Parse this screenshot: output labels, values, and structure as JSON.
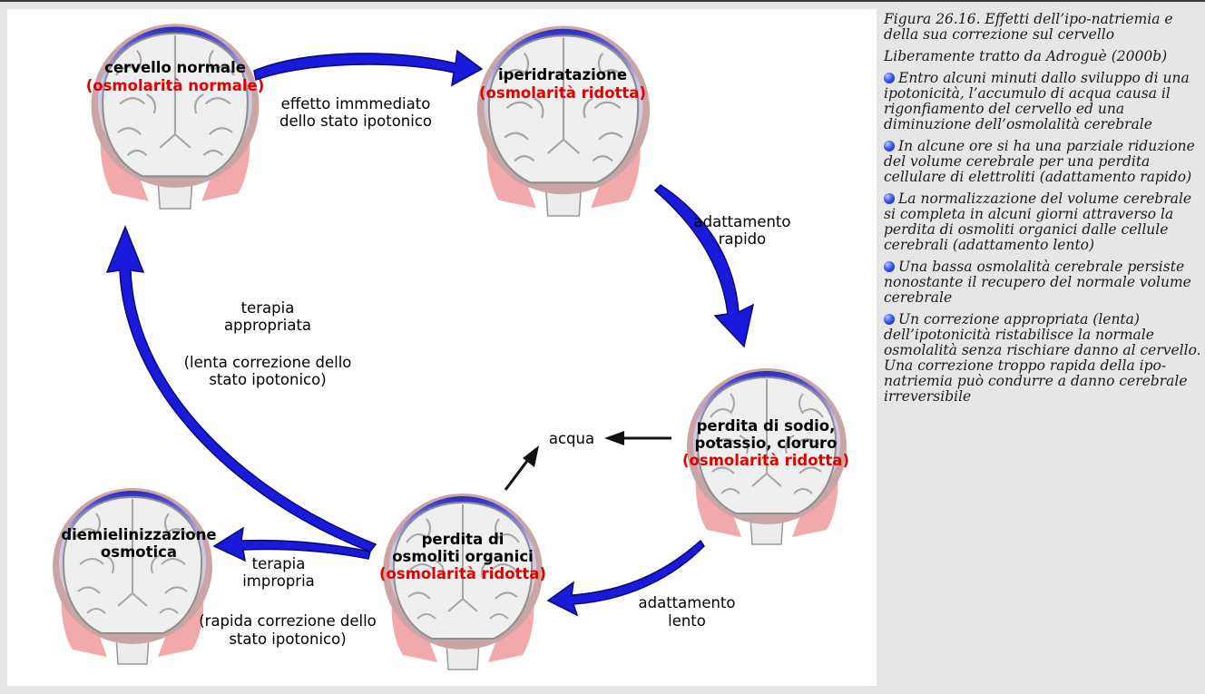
{
  "diagram": {
    "brains": {
      "normal": {
        "title": "cervello normale",
        "subtitle": "(osmolarità normale)"
      },
      "hyper": {
        "title": "iperidratazione",
        "subtitle": "(osmolarità ridotta)"
      },
      "electrolytes": {
        "line1": "perdita di sodio,",
        "line2": "potassio, cloruro",
        "subtitle": "(osmolarità ridotta)"
      },
      "organic": {
        "line1": "perdita di",
        "line2": "osmoliti organici",
        "subtitle": "(osmolarità ridotta)"
      },
      "demyel": {
        "line1": "diemielinizzazione",
        "line2": "osmotica"
      }
    },
    "arrows": {
      "immediate": {
        "line1": "effetto immmediato",
        "line2": "dello stato ipotonico"
      },
      "rapid": {
        "line1": "adattamento",
        "line2": "rapido"
      },
      "slow": {
        "line1": "adattamento",
        "line2": "lento"
      },
      "water": "acqua",
      "appropriate": {
        "line1": "terapia",
        "line2": "appropriata",
        "line3": "(lenta correzione dello",
        "line4": "stato ipotonico)"
      },
      "improper": {
        "line1": "terapia",
        "line2": "impropria",
        "line3": "(rapida correzione dello",
        "line4": "stato ipotonico)"
      }
    },
    "colors": {
      "arrow": "#1a1adc",
      "highlight": "#e00000"
    }
  },
  "caption": {
    "title": "Figura 26.16. Effetti dell’ipo-natriemia e della sua correzione sul cervello",
    "source": "Liberamente tratto da Adroguè (2000b)",
    "bullets": [
      "Entro alcuni minuti dallo sviluppo di una ipotonicità, l’accumulo di acqua causa il rigonfiamento del cervello ed una diminuzione dell’osmolalità cerebrale",
      "In alcune ore si ha una parziale riduzione del volume cerebrale per una perdita cellulare di elettroliti (adattamento rapido)",
      "La normalizzazione del volume cerebrale si completa in alcuni giorni attraverso la perdita di osmoliti organici dalle cellule cerebrali (adattamento lento)",
      "Una bassa osmolalità cerebrale persiste nonostante il recupero del normale volume cerebrale",
      "Un correzione appropriata (lenta) dell’ipotonicità ristabilisce la normale osmolalità senza rischiare danno al cervello. Una correzione troppo rapida della ipo-natriemia può condurre a danno cerebrale irreversibile"
    ]
  }
}
